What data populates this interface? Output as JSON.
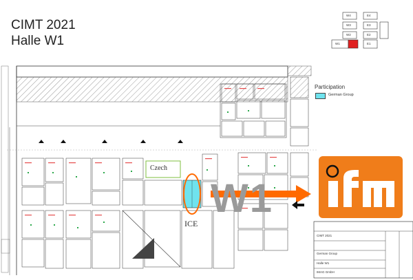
{
  "header": {
    "event": "CIMT 2021",
    "hall": "Halle W1"
  },
  "legend": {
    "title": "Participation",
    "item": "German Group",
    "swatch_color": "#6fe3ee"
  },
  "floorplan": {
    "hall_mark": "W1",
    "zones": {
      "czech": "Czech",
      "ice": "ICE"
    },
    "highlight_color": "#ff6a00"
  },
  "mini_map": {
    "halls": [
      "W4",
      "E4",
      "W3",
      "E3",
      "W2",
      "E2",
      "W1",
      "E1"
    ]
  },
  "logo": {
    "text": "ifm",
    "bg_color": "#f07d1a"
  },
  "title_block": {
    "event": "CIMT 2021",
    "group": "German Group",
    "hall": "Halle W1",
    "company": "IMAG GmbH"
  }
}
